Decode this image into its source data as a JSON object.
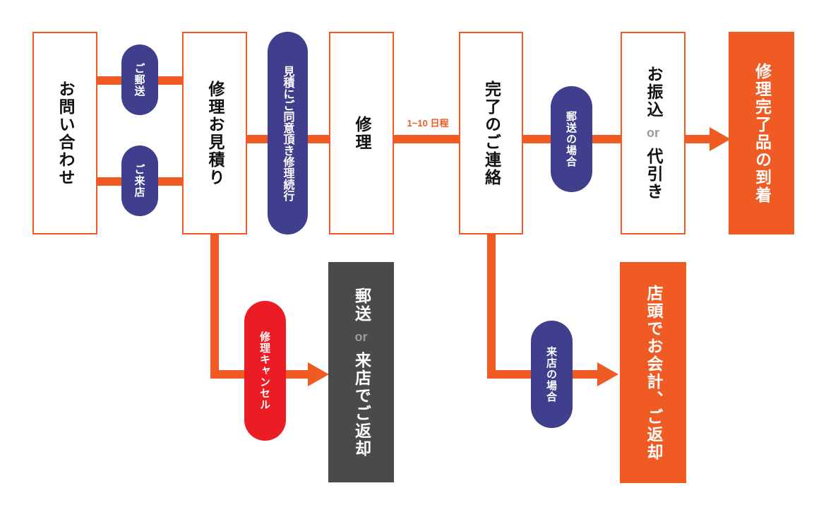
{
  "nodes": {
    "inquiry": "お問い合わせ",
    "estimate": "修理お見積り",
    "repair": "修理",
    "completion": "完了のご連絡",
    "payment_top": "お振込",
    "payment_or": "or",
    "payment_bottom": "代引き",
    "delivered": "修理完了品の到着",
    "return_top": "郵送",
    "return_or": "or",
    "return_bottom": "来店でご返却",
    "store_payment": "店頭でお会計、ご返却"
  },
  "labels": {
    "by_mail": "ご郵送",
    "by_visit": "ご来店",
    "agree_continue": "見積にご同意頂き修理続行",
    "duration": "1~10 日程",
    "mail_case": "郵送の場合",
    "cancel": "修理キャンセル",
    "visit_case": "来店の場合"
  },
  "colors": {
    "accent": "#f05a23",
    "pill": "#3f3f8e",
    "cancel": "#ec1c24",
    "dark": "#4a4a4a"
  }
}
